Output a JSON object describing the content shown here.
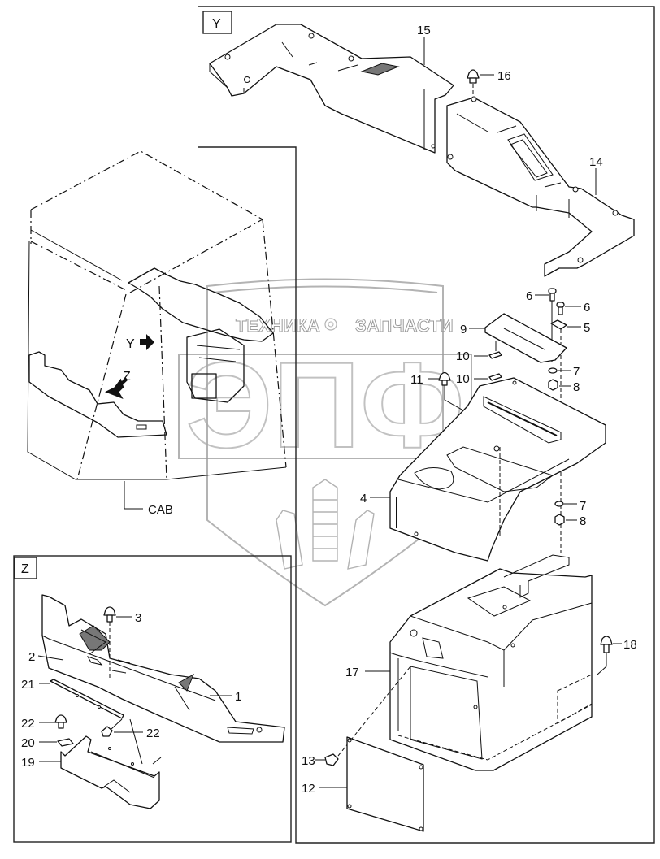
{
  "diagram": {
    "type": "exploded parts diagram",
    "views": {
      "main": {
        "label": "CAB"
      },
      "y": {
        "label": "Y",
        "arrow_label": "Y"
      },
      "z": {
        "label": "Z",
        "arrow_label": "Z"
      }
    },
    "watermark": {
      "text_left": "ТЕХНИКА",
      "text_right": "ЗАПЧАСТИ",
      "logo_letters": "ЭПФ",
      "color": "#9a9a9a"
    },
    "callouts": {
      "c1": "1",
      "c2": "2",
      "c3": "3",
      "c4": "4",
      "c5": "5",
      "c6a": "6",
      "c6b": "6",
      "c7a": "7",
      "c7b": "7",
      "c8a": "8",
      "c8b": "8",
      "c9": "9",
      "c10a": "10",
      "c10b": "10",
      "c11": "11",
      "c12": "12",
      "c13": "13",
      "c14": "14",
      "c15": "15",
      "c16": "16",
      "c17": "17",
      "c18": "18",
      "c19": "19",
      "c20": "20",
      "c21": "21",
      "c22a": "22",
      "c22b": "22"
    }
  }
}
